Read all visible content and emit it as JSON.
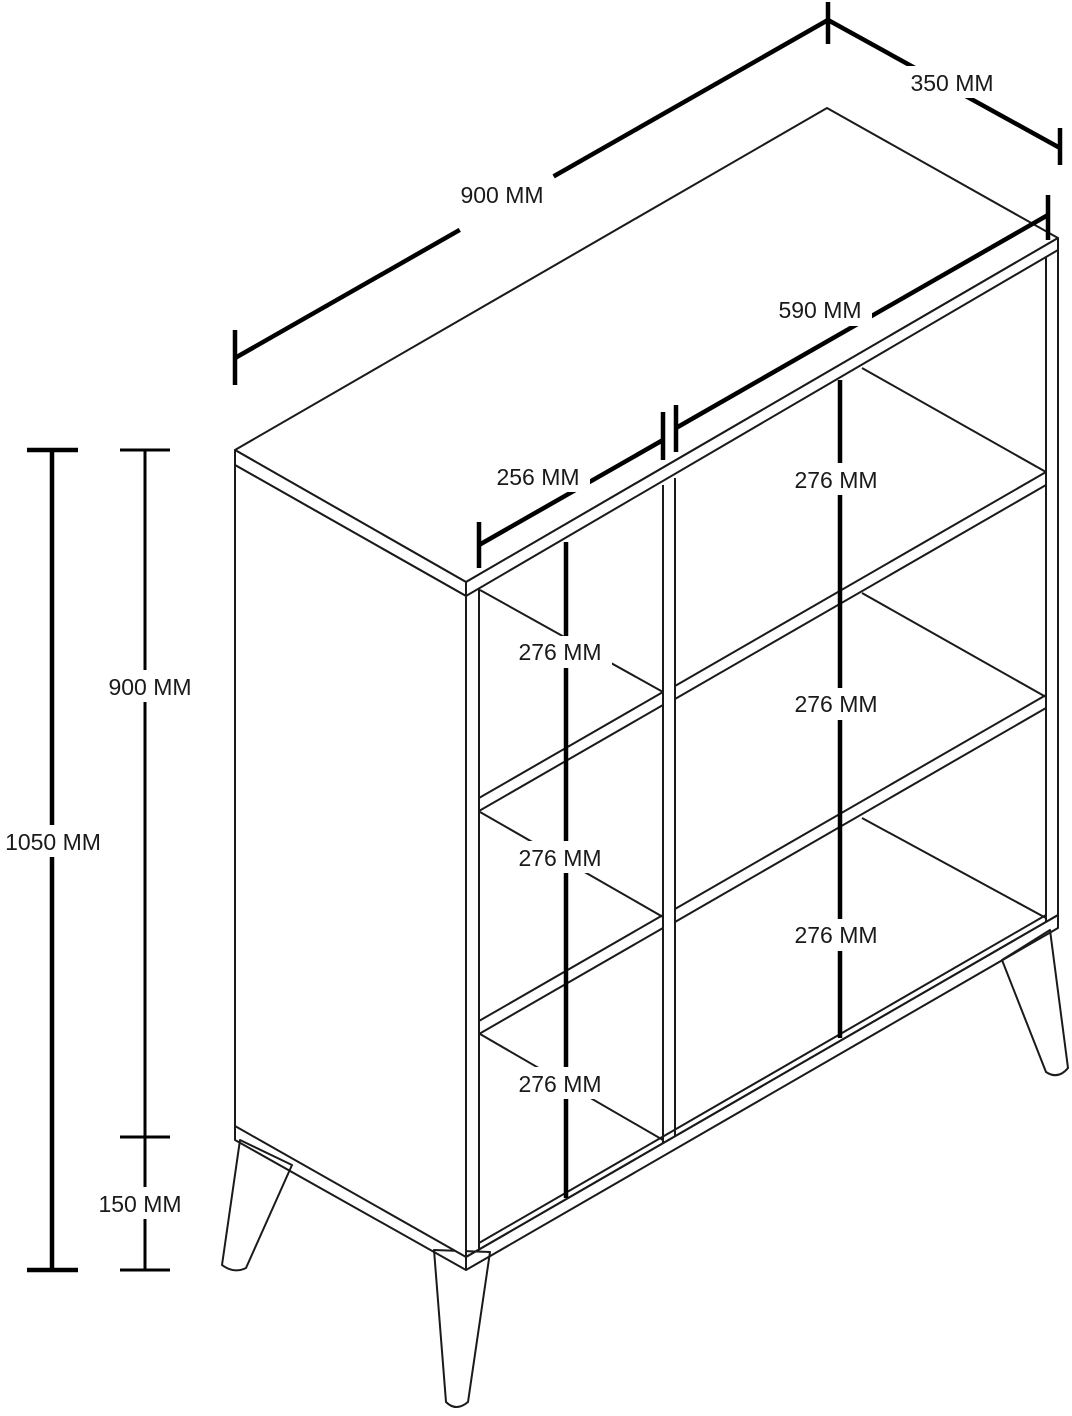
{
  "dimensions": {
    "width": "900 MM",
    "depth": "350 MM",
    "right_section_width": "590 MM",
    "left_section_width": "256 MM",
    "body_height": "900 MM",
    "total_height": "1050 MM",
    "leg_height": "150 MM",
    "shelf_right_top": "276 MM",
    "shelf_right_middle": "276 MM",
    "shelf_right_bottom": "276 MM",
    "shelf_left_top": "276 MM",
    "shelf_left_middle": "276 MM",
    "shelf_left_bottom": "276 MM"
  }
}
